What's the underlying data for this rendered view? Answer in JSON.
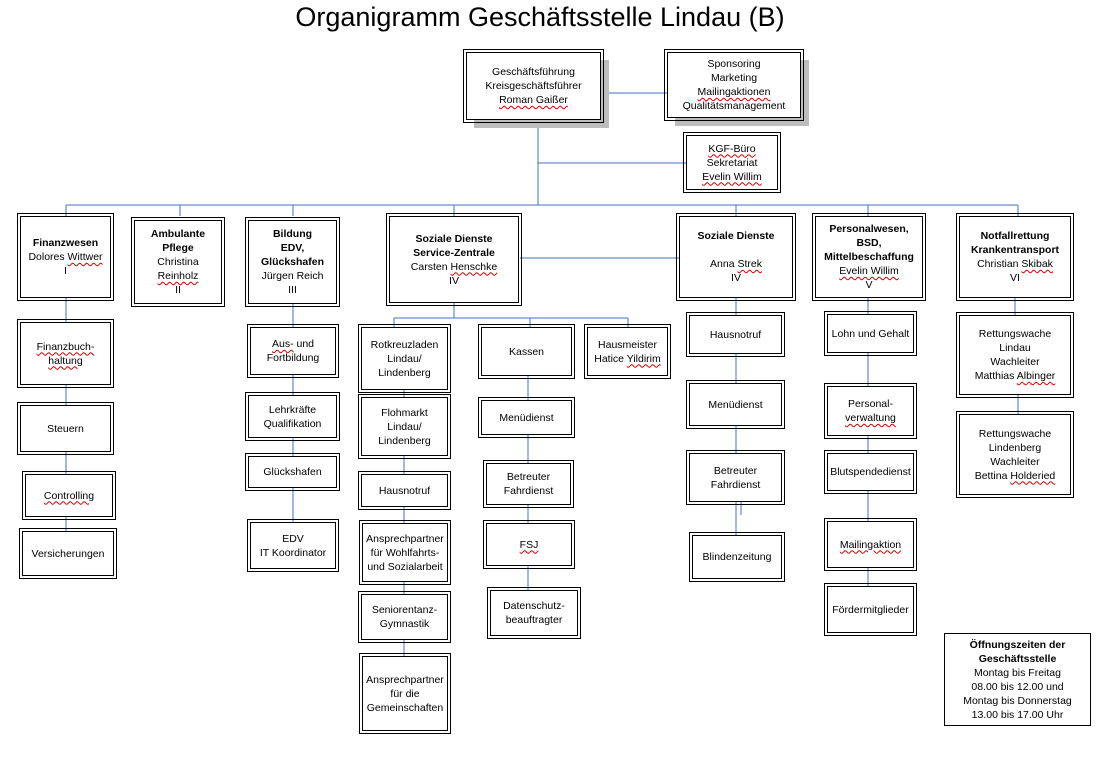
{
  "title": "Organigramm Geschäftsstelle Lindau (B)",
  "top": {
    "leitung": [
      "Geschäftsführung",
      "Kreisgeschäftsführer",
      "Roman Gaißer"
    ],
    "sponsoring": [
      "Sponsoring",
      "Marketing",
      "Mailingaktionen",
      "Qualitätsmanagement"
    ],
    "kgf": [
      "KGF-Büro",
      "Sekretariat",
      "Evelin Willim"
    ]
  },
  "departments": {
    "finanz": {
      "title": [
        "Finanzwesen"
      ],
      "lines": [
        "Dolores Wittwer",
        "I"
      ]
    },
    "ambulant": {
      "title": [
        "Ambulante",
        "Pflege"
      ],
      "lines": [
        "Christina",
        "Reinholz",
        "II"
      ]
    },
    "bildung": {
      "title": [
        "Bildung",
        "EDV,",
        "Glückshafen"
      ],
      "lines": [
        "Jürgen Reich",
        "III"
      ]
    },
    "soziale_sz": {
      "title": [
        "Soziale Dienste",
        "Service-Zentrale"
      ],
      "lines": [
        "Carsten Henschke",
        "IV"
      ]
    },
    "soziale": {
      "title": [
        "Soziale Dienste"
      ],
      "lines": [
        "",
        "Anna Strek",
        "IV"
      ]
    },
    "personal": {
      "title": [
        "Personalwesen,",
        "BSD,",
        "Mittelbeschaffung"
      ],
      "lines": [
        "Evelin Willim",
        "V"
      ]
    },
    "notfall": {
      "title": [
        "Notfallrettung",
        "Krankentransport"
      ],
      "lines": [
        "Christian Skibak",
        "VI"
      ]
    }
  },
  "units": {
    "finanzbuch": [
      "Finanzbuch-",
      "haltung"
    ],
    "steuern": [
      "Steuern"
    ],
    "controlling": [
      "Controlling"
    ],
    "versicherungen": [
      "Versicherungen"
    ],
    "ausfort": [
      "Aus- und",
      "Fortbildung"
    ],
    "lehrkraefte": [
      "Lehrkräfte",
      "Qualifikation"
    ],
    "glueckshafen": [
      "Glückshafen"
    ],
    "edv": [
      "EDV",
      "IT Koordinator"
    ],
    "rotkreuzladen": [
      "Rotkreuzladen",
      "Lindau/",
      "Lindenberg"
    ],
    "flohmarkt": [
      "Flohmarkt",
      "Lindau/",
      "Lindenberg"
    ],
    "hausnotruf1": [
      "Hausnotruf"
    ],
    "ansprech_wohl": [
      "Ansprechpartner",
      "für Wohlfahrts-",
      "und Sozialarbeit"
    ],
    "seniorentanz": [
      "Seniorentanz-",
      "Gymnastik"
    ],
    "ansprech_gem": [
      "Ansprechpartner",
      "für die",
      "Gemeinschaften"
    ],
    "kassen": [
      "Kassen"
    ],
    "menue1": [
      "Menüdienst"
    ],
    "betreuer1": [
      "Betreuter",
      "Fahrdienst"
    ],
    "fsj": [
      "FSJ"
    ],
    "datenschutz": [
      "Datenschutz-",
      "beauftragter"
    ],
    "hausmeister": [
      "Hausmeister",
      "Hatice Yildirim"
    ],
    "hausnotruf2": [
      "Hausnotruf"
    ],
    "menue2": [
      "Menüdienst"
    ],
    "betreuer2": [
      "Betreuter",
      "Fahrdienst"
    ],
    "blinden": [
      "Blindenzeitung"
    ],
    "lohn": [
      "Lohn und Gehalt"
    ],
    "personalverw": [
      "Personal-",
      "verwaltung"
    ],
    "blutspende": [
      "Blutspendedienst"
    ],
    "mailingaktion": [
      "Mailingaktion"
    ],
    "foerder": [
      "Fördermitglieder"
    ],
    "rw_lindau": [
      "Rettungswache",
      "Lindau",
      "Wachleiter",
      "Matthias Albinger"
    ],
    "rw_lindenberg": [
      "Rettungswache",
      "Lindenberg",
      "Wachleiter",
      "Bettina Holderied"
    ]
  },
  "hours": {
    "title": [
      "Öffnungszeiten der",
      "Geschäftsstelle"
    ],
    "lines": [
      "Montag bis Freitag",
      "08.00 bis 12.00 und",
      "Montag bis Donnerstag",
      "13.00 bis 17.00 Uhr"
    ]
  },
  "line_color": "#4472c4"
}
